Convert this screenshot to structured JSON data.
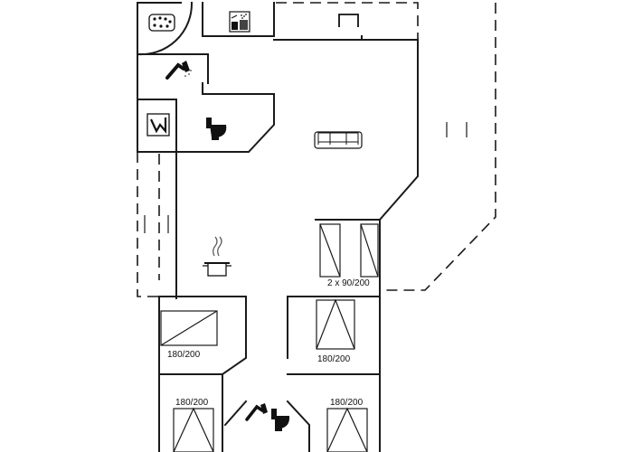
{
  "labels": {
    "beds_twin": "2 x 90/200",
    "bed_left": "180/200",
    "bed_middle": "180/200",
    "bed_bottom_left": "180/200",
    "bed_bottom_right": "180/200"
  },
  "icons": [
    "hot-tub-icon",
    "sauna-icon",
    "shower-icon",
    "washing-machine-icon",
    "toilet-icon",
    "sofa-icon",
    "cooking-pot-icon"
  ]
}
